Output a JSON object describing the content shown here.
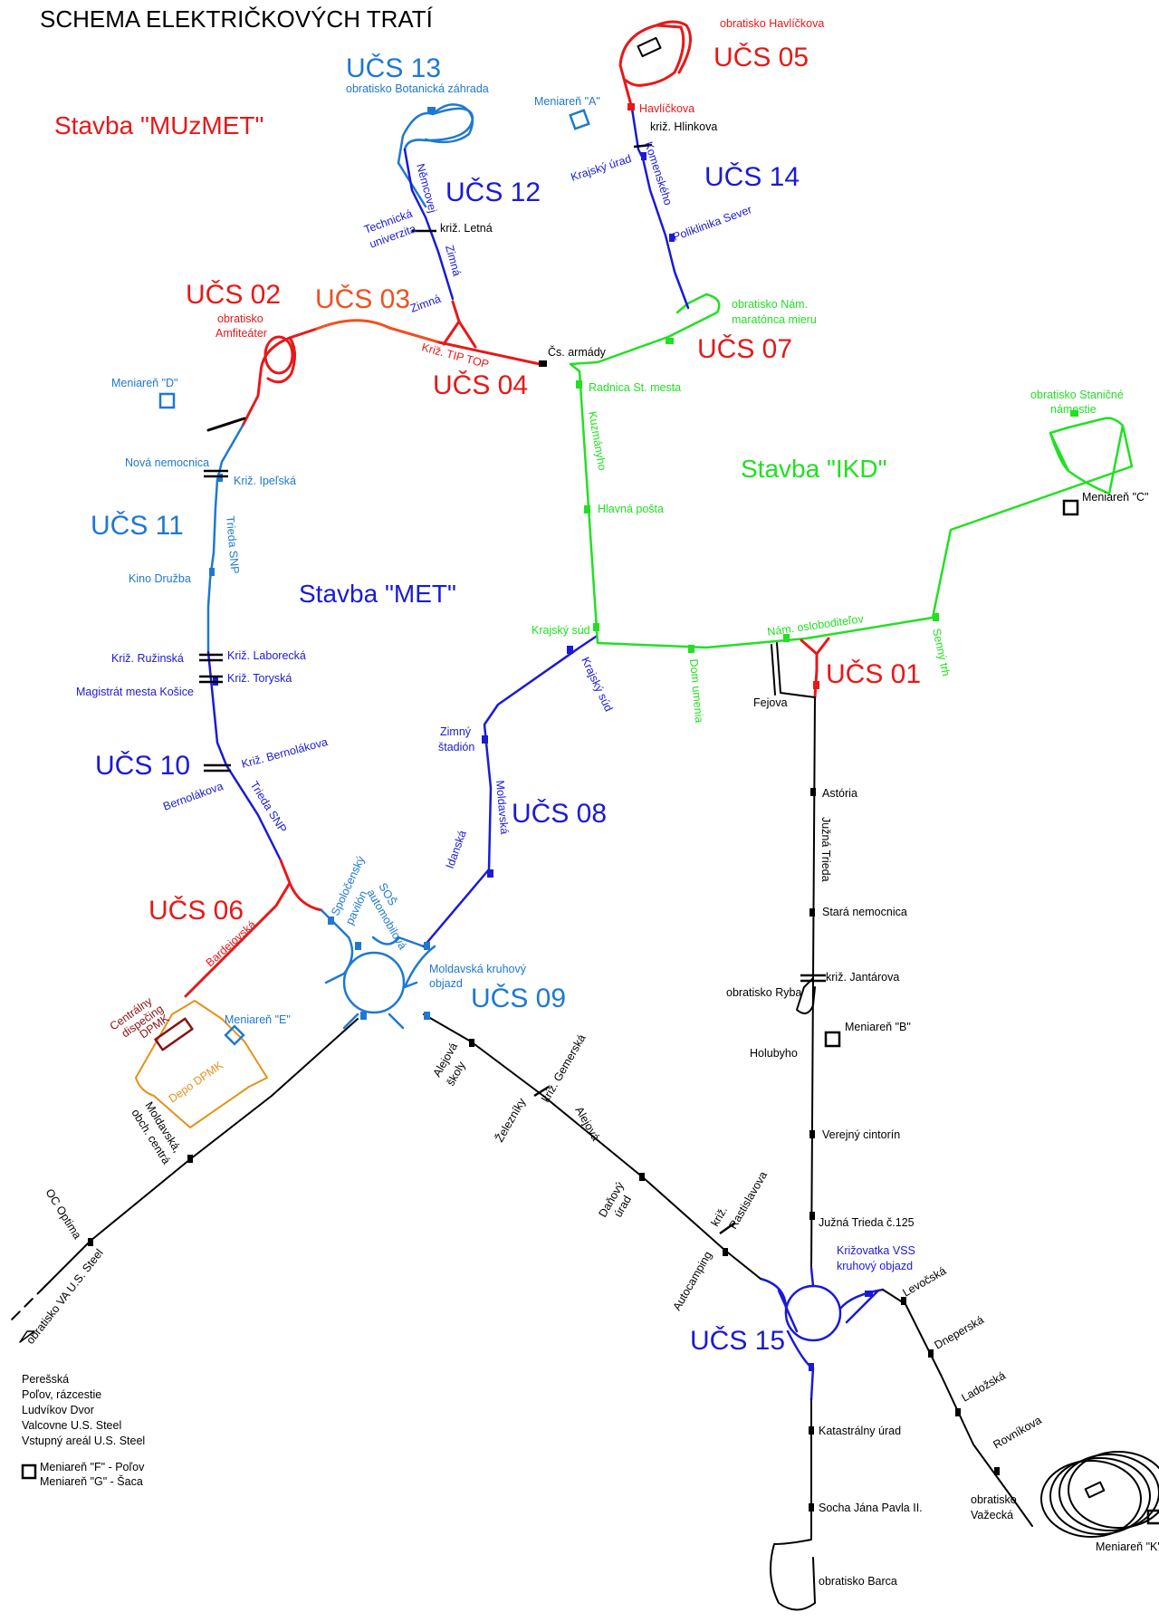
{
  "title": "SCHEMA ELEKTRIČKOVÝCH TRATÍ",
  "colors": {
    "met": "#1a1ad8",
    "muzmet": "#e81818",
    "ikd": "#22e022",
    "light_blue": "#1e78d2",
    "orange_red": "#f05020",
    "black": "#000000",
    "depot": "#e89018",
    "dispatch": "#8b1010"
  },
  "constructions": {
    "muzmet": "Stavba \"MUzMET\"",
    "met": "Stavba \"MET\"",
    "ikd": "Stavba \"IKD\""
  },
  "sections": {
    "ucs01": "UČS 01",
    "ucs02": "UČS 02",
    "ucs03": "UČS 03",
    "ucs04": "UČS 04",
    "ucs05": "UČS 05",
    "ucs06": "UČS 06",
    "ucs07": "UČS 07",
    "ucs08": "UČS 08",
    "ucs09": "UČS 09",
    "ucs10": "UČS 10",
    "ucs11": "UČS 11",
    "ucs12": "UČS 12",
    "ucs13": "UČS 13",
    "ucs14": "UČS 14",
    "ucs15": "UČS 15"
  },
  "substations": {
    "a": "Meniareň \"A\"",
    "b": "Meniareň \"B\"",
    "c": "Meniareň \"C\"",
    "d": "Meniareň \"D\"",
    "e": "Meniareň \"E\"",
    "k": "Meniareň \"K\""
  },
  "labels": {
    "obr_botanicka": "obratisko Botanická záhrada",
    "obr_havlickova": "obratisko Havlíčkova",
    "havlickova": "Havlíčkova",
    "kriz_hlinkova": "križ. Hlinkova",
    "krajsky_urad": "Krajský úrad",
    "komenskeho": "Komenského",
    "poliklinika_sever": "Poliklinika Sever",
    "obr_nam_1": "obratisko Nám.",
    "obr_nam_2": "maratónca mieru",
    "nemcovej": "Němcovej",
    "technicka_1": "Technická",
    "technicka_2": "univerzita",
    "kriz_letna": "križ. Letná",
    "zimna_v": "Zimná",
    "zimna_h": "Zimná",
    "obr_amfi_1": "obratisko",
    "obr_amfi_2": "Amfiteáter",
    "kriz_tip_top": "Križ. TIP TOP",
    "cs_armady": "Čs. armády",
    "radnica": "Radnica St. mesta",
    "kuzmanyho": "Kuzmányho",
    "hlavna_posta": "Hlavná pošta",
    "obr_stanicne_1": "obratisko Staničné",
    "obr_stanicne_2": "námestie",
    "nova_nemocnica": "Nová nemocnica",
    "kriz_ipelska": "Križ. Ipeľská",
    "trieda_snp_upper": "Trieda SNP",
    "kino_druzba": "Kino Družba",
    "kriz_ruzinska": "Križ. Ružinská",
    "kriz_laborecka": "Križ. Laborecká",
    "kriz_torysaka": "Križ. Toryská",
    "magistrat": "Magistrát mesta Košice",
    "kriz_bernolakova": "Križ. Bernolákova",
    "bernolakova": "Bernolákova",
    "trieda_snp_lower": "Trieda SNP",
    "krajsky_sud_h": "Krajský súd",
    "krajsky_sud_v": "Krajský súd",
    "dom_umenia": "Dom umenia",
    "nam_osloboditelov": "Nám. osloboditeľov",
    "senny_trh": "Senný trh",
    "fejova": "Fejova",
    "zimny_1": "Zimný",
    "zimny_2": "štadión",
    "moldavska_v": "Moldavská",
    "idanska": "Idanská",
    "spolocensky_1": "Spoločenský",
    "spolocensky_2": "pavilón",
    "sos_1": "SOŠ",
    "sos_2": "automobilová",
    "moldavska_kruh_1": "Moldavská kruhový",
    "moldavska_kruh_2": "objazd",
    "bardejovska": "Bardejovská",
    "centralny_1": "Centrálny",
    "centralny_2": "dispečing",
    "centralny_3": "DPMK",
    "depo": "Depo DPMK",
    "astoria": "Astória",
    "juzna_trieda": "Južná Trieda",
    "stara_nemocnica": "Stará nemocnica",
    "kriz_jantarova": "križ. Jantárova",
    "obr_ryba": "obratisko Ryba",
    "holubyho": "Holubyho",
    "verejny_cintorin": "Verejný cintorín",
    "juzna_125": "Južná Trieda č.125",
    "krizovatka_vss_1": "Križovatka VSS",
    "krizovatka_vss_2": "kruhový objazd",
    "levocska": "Levočská",
    "dneperska": "Dneperská",
    "ladozska": "Ladožská",
    "rovnikova": "Rovníkova",
    "obr_vazecka_1": "obratisko",
    "obr_vazecka_2": "Važecká",
    "katastralny": "Katastrálny úrad",
    "socha": "Socha Jána Pavla II.",
    "obr_barca": "obratisko Barca",
    "alejova_skoly_1": "Alejová",
    "alejova_skoly_2": "školy",
    "kriz_gemerska": "križ. Gemerská",
    "zeleznicky": "Železníky",
    "alejova": "Alejová",
    "danovy_1": "Daňový",
    "danovy_2": "úrad",
    "kriz_rastislavova_1": "križ.",
    "kriz_rastislavova_2": "Rastislavova",
    "autocamping": "Autocamping",
    "moldavska_obch_1": "Moldavská,",
    "moldavska_obch_2": "obch. centrá",
    "oc_optima": "OC Optima",
    "obr_va_us_steel": "obratisko VA U.S. Steel"
  },
  "legend": {
    "lines": [
      "Perešská",
      "Poľov, rázcestie",
      "Ludvíkov Dvor",
      "Valcovne U.S. Steel",
      "Vstupný areál U.S. Steel"
    ],
    "sub_f": "Meniareň \"F\" - Poľov",
    "sub_g": "Meniareň \"G\" - Šaca"
  }
}
